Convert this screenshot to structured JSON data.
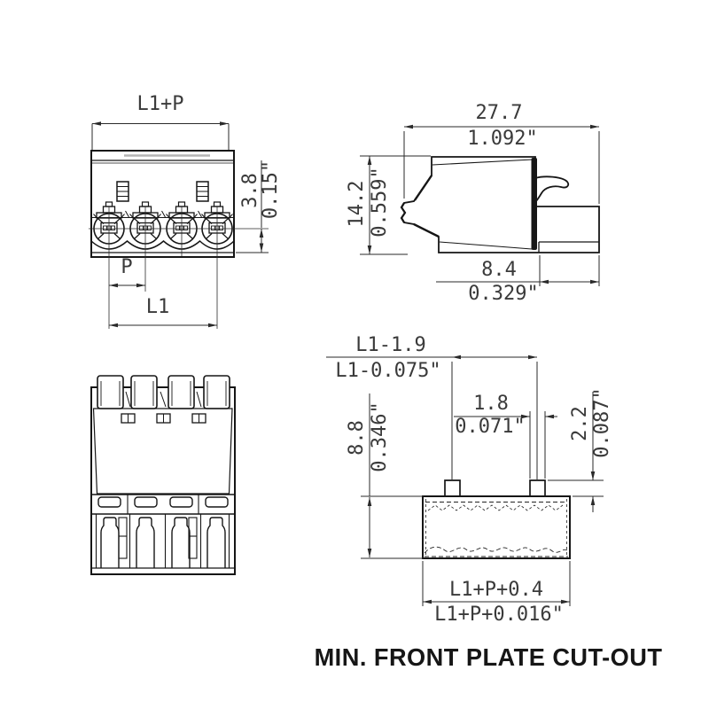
{
  "page": {
    "background": "#ffffff",
    "outline_color": "#161616",
    "dim_color": "#3a3a3a"
  },
  "caption": "MIN. FRONT PLATE CUT-OUT",
  "front_view": {
    "overall_width": "L1+P",
    "pitch": "P",
    "pole_span": "L1",
    "depth_mm": "3.8",
    "depth_in": "0.15\""
  },
  "side_view": {
    "length_mm": "27.7",
    "length_in": "1.092\"",
    "height_mm": "14.2",
    "height_in": "0.559\"",
    "rear_length_mm": "8.4",
    "rear_length_in": "0.329\""
  },
  "cutout_view": {
    "tab_span_mm": "L1-1.9",
    "tab_span_in": "L1-0.075\"",
    "tab_width_mm": "1.8",
    "tab_width_in": "0.071\"",
    "tab_height_mm": "2.2",
    "tab_height_in": "0.087\"",
    "height_mm": "8.8",
    "height_in": "0.346\"",
    "width_mm": "L1+P+0.4",
    "width_in": "L1+P+0.016\""
  }
}
